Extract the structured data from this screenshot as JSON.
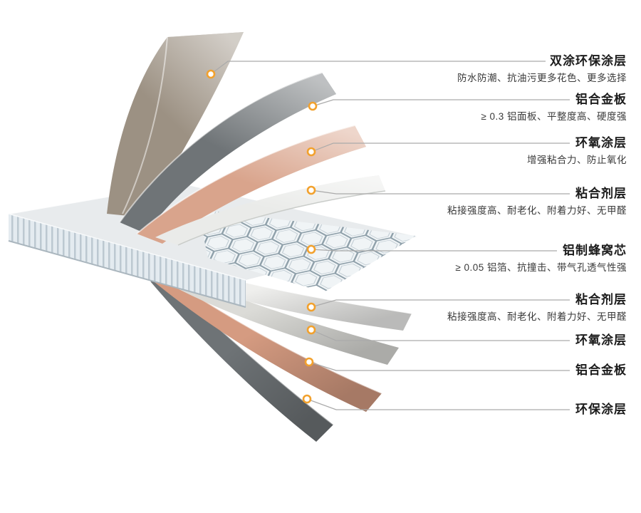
{
  "colors": {
    "accent": "#f2a12d",
    "leader_line": "#aaaaaa",
    "top_eco_coating": "#9c9183",
    "top_aluminum": "#6f7477",
    "top_epoxy": "#d9a48c",
    "top_adhesive": "#eaebe9",
    "slab_top": "#e8ebed",
    "honeycomb_fill": "#f0f4f6",
    "honeycomb_line": "#8fa0aa",
    "honeycomb_inner": "#c3ced5",
    "bottom_adhesive": "#efefed",
    "bottom_epoxy": "#dbdbd7",
    "bottom_aluminum": "#d59b81",
    "bottom_eco_coating": "#6e7376"
  },
  "labels": [
    {
      "title": "双涂环保涂层",
      "desc": "防水防潮、抗油污更多花色、更多选择"
    },
    {
      "title": "铝合金板",
      "desc": "≥ 0.3 铝面板、平整度高、硬度强"
    },
    {
      "title": "环氧涂层",
      "desc": "增强粘合力、防止氧化"
    },
    {
      "title": "粘合剂层",
      "desc": "粘接强度高、耐老化、附着力好、无甲醛"
    },
    {
      "title": "铝制蜂窝芯",
      "desc": "≥ 0.05 铝箔、抗撞击、带气孔透气性强"
    },
    {
      "title": "粘合剂层",
      "desc": "粘接强度高、耐老化、附着力好、无甲醛"
    },
    {
      "title": "环氧涂层",
      "desc": ""
    },
    {
      "title": "铝合金板",
      "desc": ""
    },
    {
      "title": "环保涂层",
      "desc": ""
    }
  ]
}
